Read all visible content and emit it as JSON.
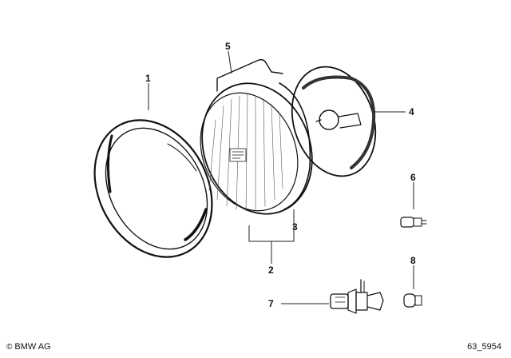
{
  "callouts": {
    "c1": "1",
    "c2": "2",
    "c3": "3",
    "c4": "4",
    "c5": "5",
    "c6": "6",
    "c7": "7",
    "c8": "8"
  },
  "footer": {
    "brand": "BMW AG",
    "copyright_symbol": "©",
    "diagram_code": "63_5954"
  },
  "icons": [
    "chrome-trim-ring",
    "headlight-insert",
    "headlight-housing",
    "retaining-spring",
    "h4-bulb",
    "parking-bulb",
    "small-bulb"
  ],
  "colors": {
    "ink": "#111111",
    "background": "#ffffff"
  }
}
